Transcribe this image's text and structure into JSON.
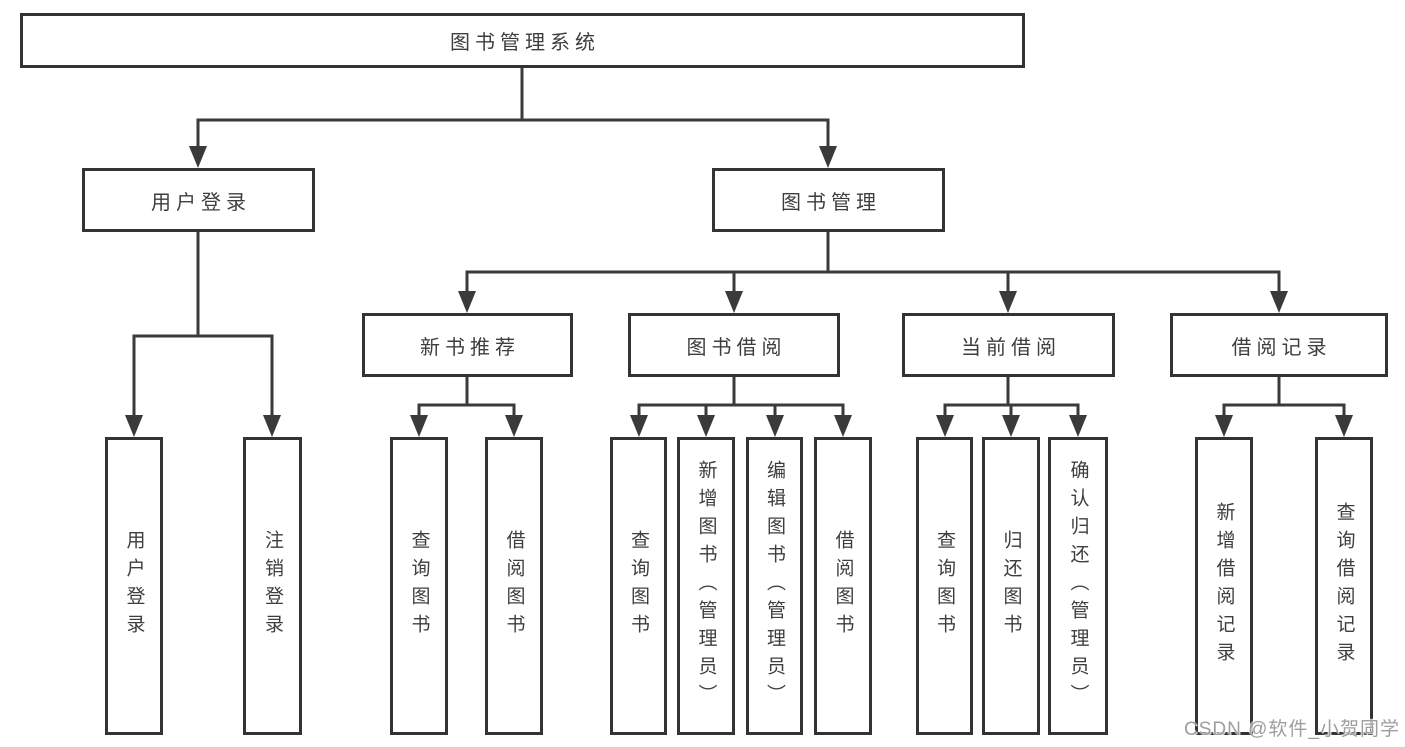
{
  "diagram": {
    "tree": {
      "root": {
        "label": "图书管理系统",
        "children": [
          {
            "label": "用户登录",
            "children": [
              {
                "label": "用户登录"
              },
              {
                "label": "注销登录"
              }
            ]
          },
          {
            "label": "图书管理",
            "children": [
              {
                "label": "新书推荐",
                "children": [
                  {
                    "label": "查询图书"
                  },
                  {
                    "label": "借阅图书"
                  }
                ]
              },
              {
                "label": "图书借阅",
                "children": [
                  {
                    "label": "查询图书"
                  },
                  {
                    "label": "新增图书（管理员）"
                  },
                  {
                    "label": "编辑图书（管理员）"
                  },
                  {
                    "label": "借阅图书"
                  }
                ]
              },
              {
                "label": "当前借阅",
                "children": [
                  {
                    "label": "查询图书"
                  },
                  {
                    "label": "归还图书"
                  },
                  {
                    "label": "确认归还（管理员）"
                  }
                ]
              },
              {
                "label": "借阅记录",
                "children": [
                  {
                    "label": "新增借阅记录"
                  },
                  {
                    "label": "查询借阅记录"
                  }
                ]
              }
            ]
          }
        ]
      }
    },
    "colors": {
      "line": "#3a3a3a",
      "box_border": "#333333",
      "text": "#3e3e3e",
      "watermark": "#9e9e9e",
      "background": "#ffffff"
    },
    "watermark": {
      "text": "CSDN @软件_小贺同学"
    }
  }
}
